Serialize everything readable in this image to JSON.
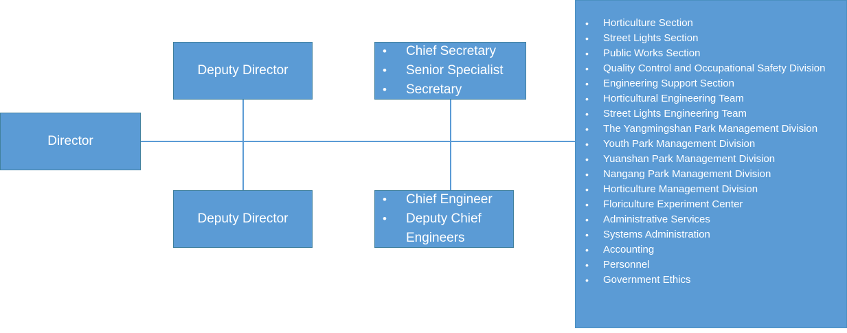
{
  "colors": {
    "box_fill": "#5B9BD5",
    "box_border": "#41809D",
    "connector": "#5B9BD5",
    "text": "#FFFFFF",
    "background": "#FFFFFF"
  },
  "nodes": {
    "director": {
      "label": "Director"
    },
    "deputy_director_top": {
      "label": "Deputy Director"
    },
    "deputy_director_bottom": {
      "label": "Deputy Director"
    },
    "secretariat": {
      "items": [
        "Chief Secretary",
        "Senior Specialist",
        "Secretary"
      ]
    },
    "engineering": {
      "items": [
        "Chief Engineer",
        "Deputy Chief Engineers"
      ]
    }
  },
  "sections_panel": {
    "items": [
      "Horticulture Section",
      "Street Lights Section",
      "Public Works Section",
      "Quality Control and Occupational Safety Division",
      "Engineering Support Section",
      "Horticultural Engineering Team",
      "Street Lights Engineering Team",
      "The Yangmingshan Park Management Division",
      "Youth Park Management Division",
      "Yuanshan Park Management Division",
      "Nangang Park Management Division",
      "Horticulture Management Division",
      "Floriculture Experiment Center",
      "Administrative Services",
      "Systems Administration",
      "Accounting",
      "Personnel",
      "Government Ethics"
    ]
  }
}
